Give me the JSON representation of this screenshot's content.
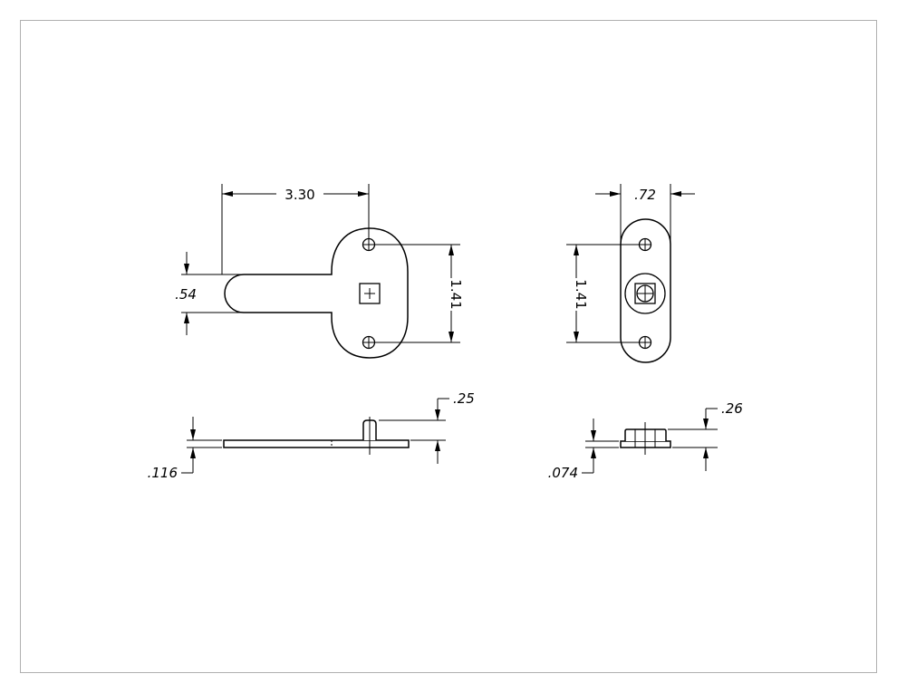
{
  "drawing": {
    "top_view": {
      "overall_length": "3.30",
      "arm_width": ".54",
      "hole_spacing": "1.41"
    },
    "end_view": {
      "width": ".72",
      "hole_spacing": "1.41"
    },
    "side_view": {
      "plate_thickness": ".116",
      "stud_height": ".25"
    },
    "end_side_view": {
      "plate_thickness": ".074",
      "stud_height": ".26"
    }
  }
}
